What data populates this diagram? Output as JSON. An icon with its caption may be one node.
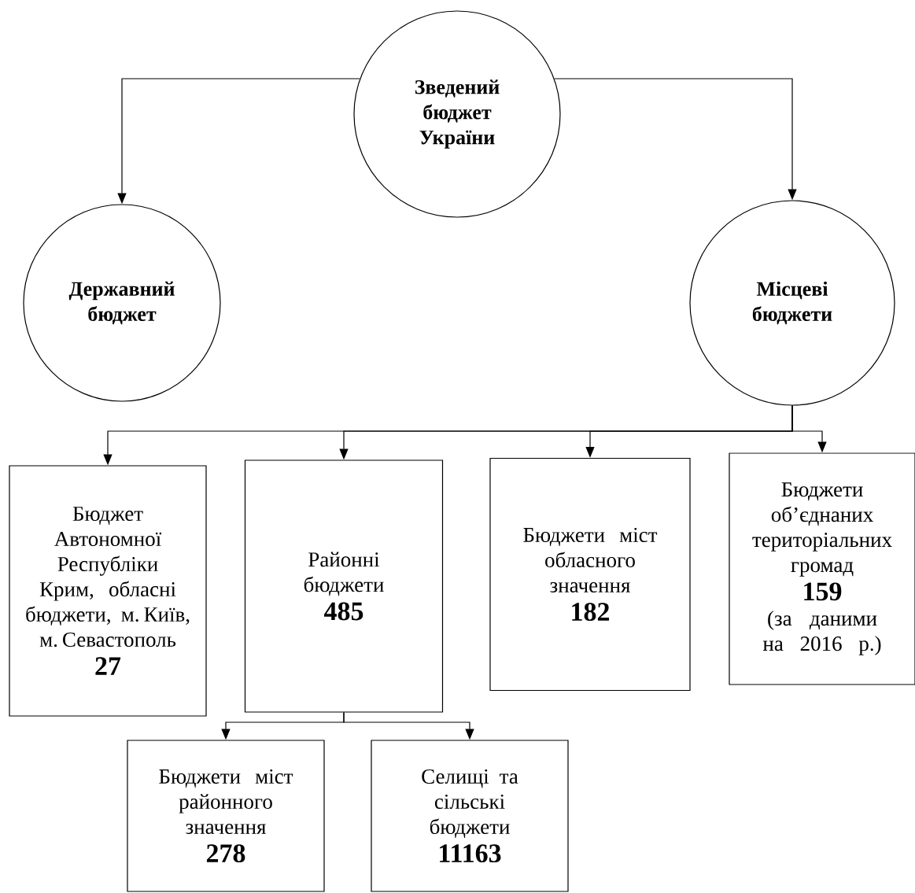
{
  "diagram": {
    "nodes": [
      {
        "text": [
          "Зведений бюджет України"
        ]
      },
      {
        "text": [
          "Державний бюджет"
        ]
      },
      {
        "text": [
          "Місцеві бюджети"
        ]
      },
      {
        "text": [
          "Бюджет Автономної Республіки Крим, обласні бюджети, м. Київ, м. Севастополь",
          "27"
        ]
      },
      {
        "text": [
          "Районні бюджети",
          "485"
        ]
      },
      {
        "text": [
          "Бюджети міст обласного значення",
          "182"
        ]
      },
      {
        "text": [
          "Бюджети об’єднаних територіальних громад",
          "159",
          "(за даними на 2016 р.)"
        ]
      },
      {
        "text": [
          "Бюджети міст районного значення",
          "278"
        ]
      },
      {
        "text": [
          "Селищі та сільські бюджети",
          "11163"
        ]
      }
    ],
    "edges": [
      {
        "from": 0,
        "to": 1,
        "arrow": "to"
      },
      {
        "from": 0,
        "to": 2,
        "arrow": "to"
      },
      {
        "from": 2,
        "to": 3,
        "arrow": "to"
      },
      {
        "from": 2,
        "to": 4,
        "arrow": "to"
      },
      {
        "from": 2,
        "to": 5,
        "arrow": "to"
      },
      {
        "from": 2,
        "to": 6,
        "arrow": "to"
      },
      {
        "from": 4,
        "to": 7,
        "arrow": "to"
      },
      {
        "from": 4,
        "to": 8,
        "arrow": "to"
      }
    ]
  }
}
